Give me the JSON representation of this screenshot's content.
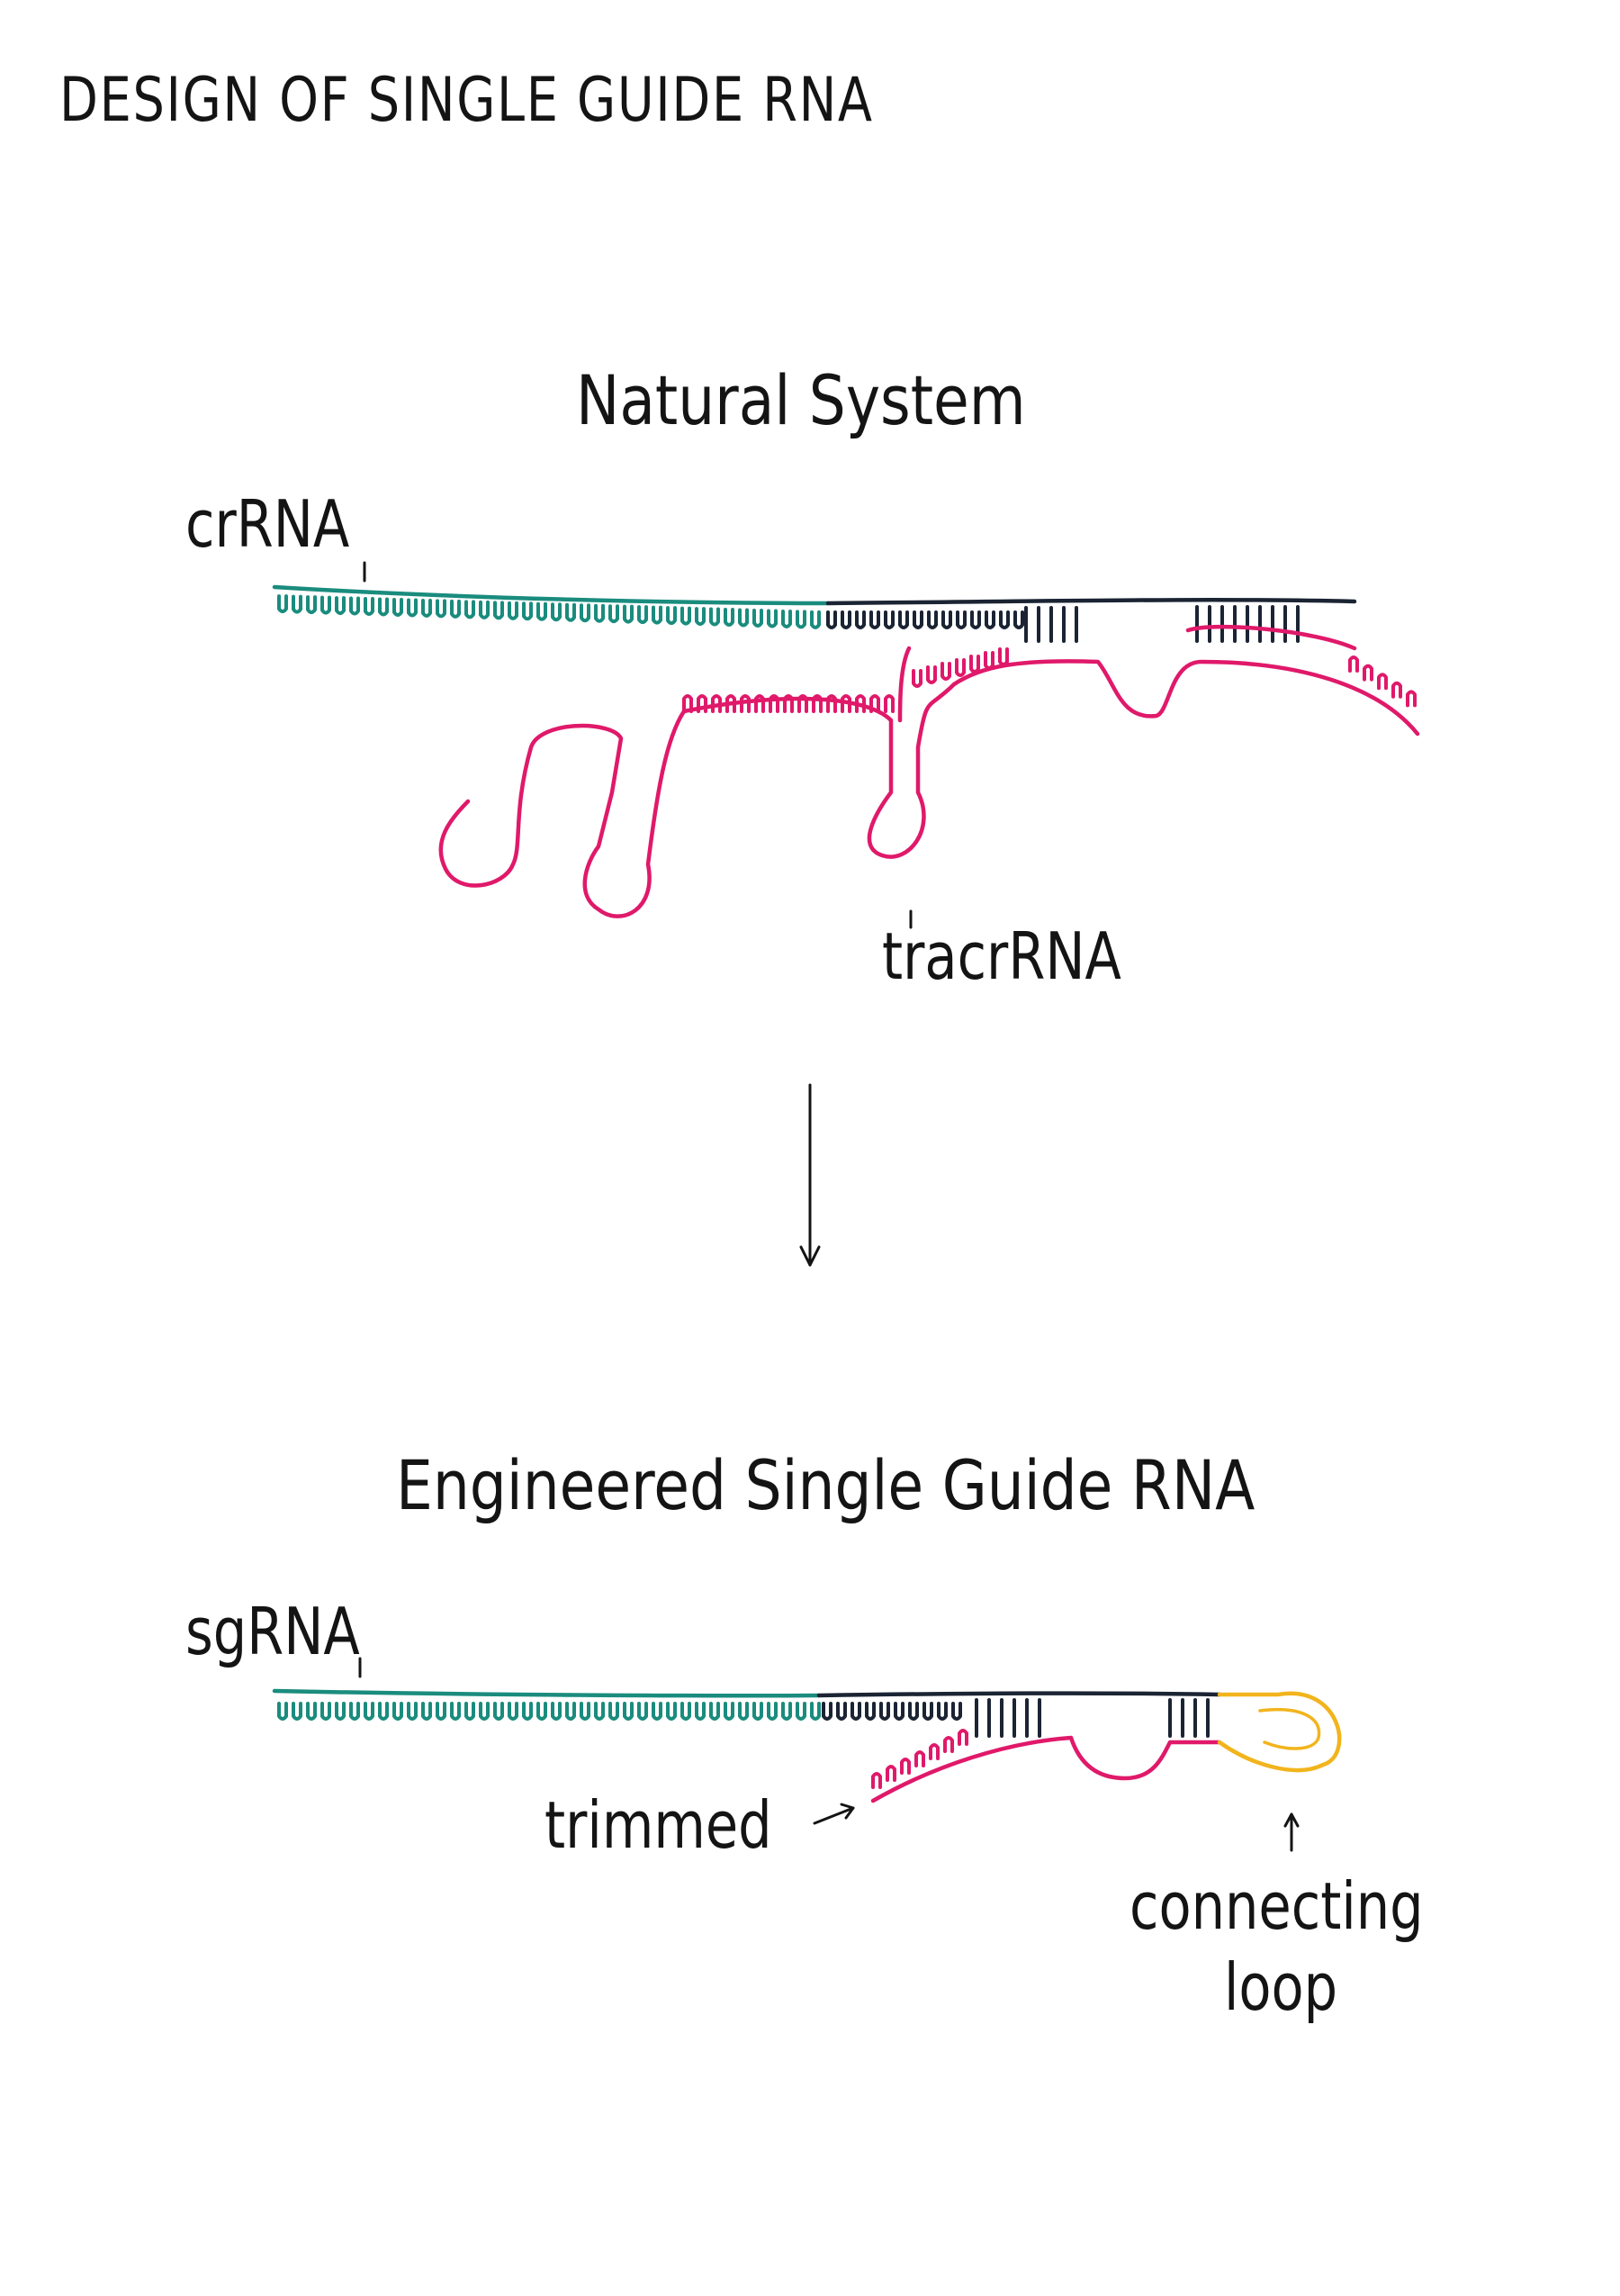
{
  "title": "DESIGN OF SINGLE GUIDE RNA",
  "natural": {
    "heading": "Natural System",
    "crrna_label": "crRNA",
    "tracrrna_label": "tracrRNA"
  },
  "engineered": {
    "heading": "Engineered Single Guide RNA",
    "sgrna_label": "sgRNA",
    "trimmed_label": "trimmed",
    "connecting_line1": "connecting",
    "connecting_line2": "loop"
  },
  "colors": {
    "guide": "#1a8c7e",
    "repeat": "#1b2433",
    "tracr": "#e0196a",
    "loop": "#f2b41c"
  }
}
